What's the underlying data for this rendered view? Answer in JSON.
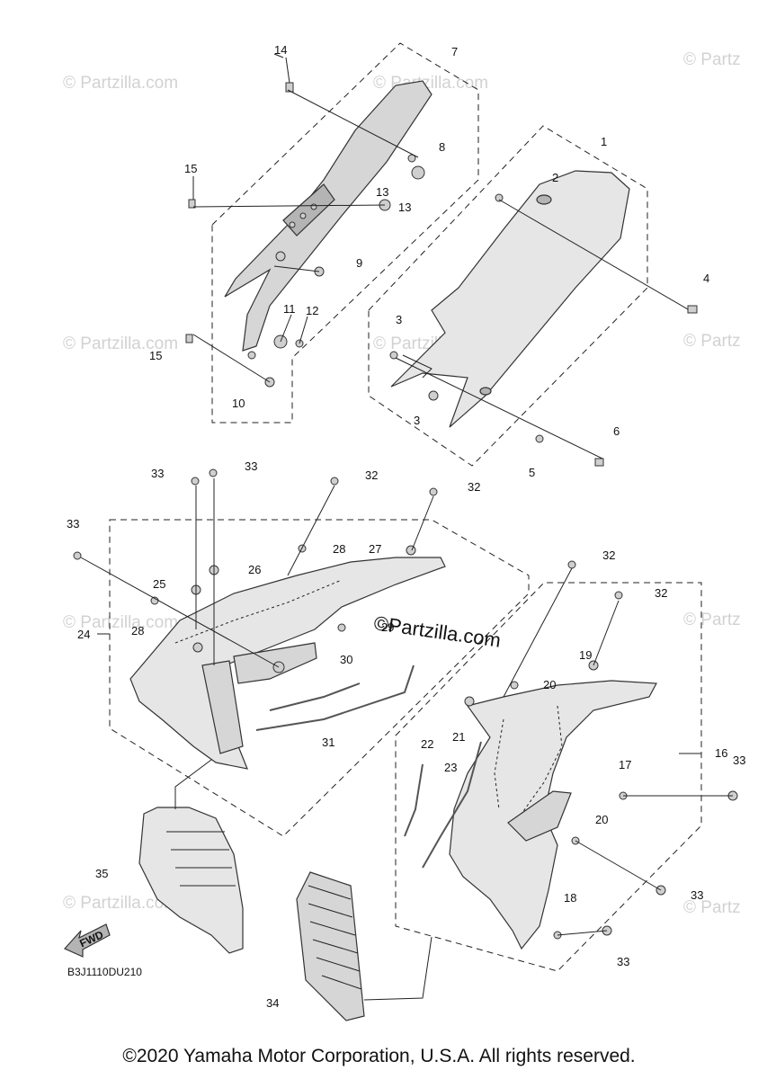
{
  "watermarks": [
    "© Partzilla.com",
    "© Partzilla.com",
    "© Partz",
    "© Partzilla.com",
    "© Partzilla.com",
    "© Partz",
    "© Partzilla.com",
    "© Partz",
    "© Partzilla.com",
    "© Partz"
  ],
  "center_watermark": "©Partzilla.com",
  "callouts": [
    "14",
    "7",
    "8",
    "15",
    "13",
    "13",
    "9",
    "11",
    "12",
    "15",
    "10",
    "1",
    "2",
    "4",
    "3",
    "3",
    "5",
    "6",
    "33",
    "33",
    "32",
    "32",
    "33",
    "28",
    "27",
    "25",
    "26",
    "28",
    "24",
    "29",
    "32",
    "32",
    "19",
    "20",
    "30",
    "31",
    "21",
    "16",
    "22",
    "23",
    "17",
    "33",
    "20",
    "33",
    "35",
    "18",
    "33",
    "34"
  ],
  "fwd_label": "FWD",
  "diagram_code": "B3J1110DU210",
  "copyright": "©2020 Yamaha Motor Corporation, U.S.A. All rights reserved."
}
